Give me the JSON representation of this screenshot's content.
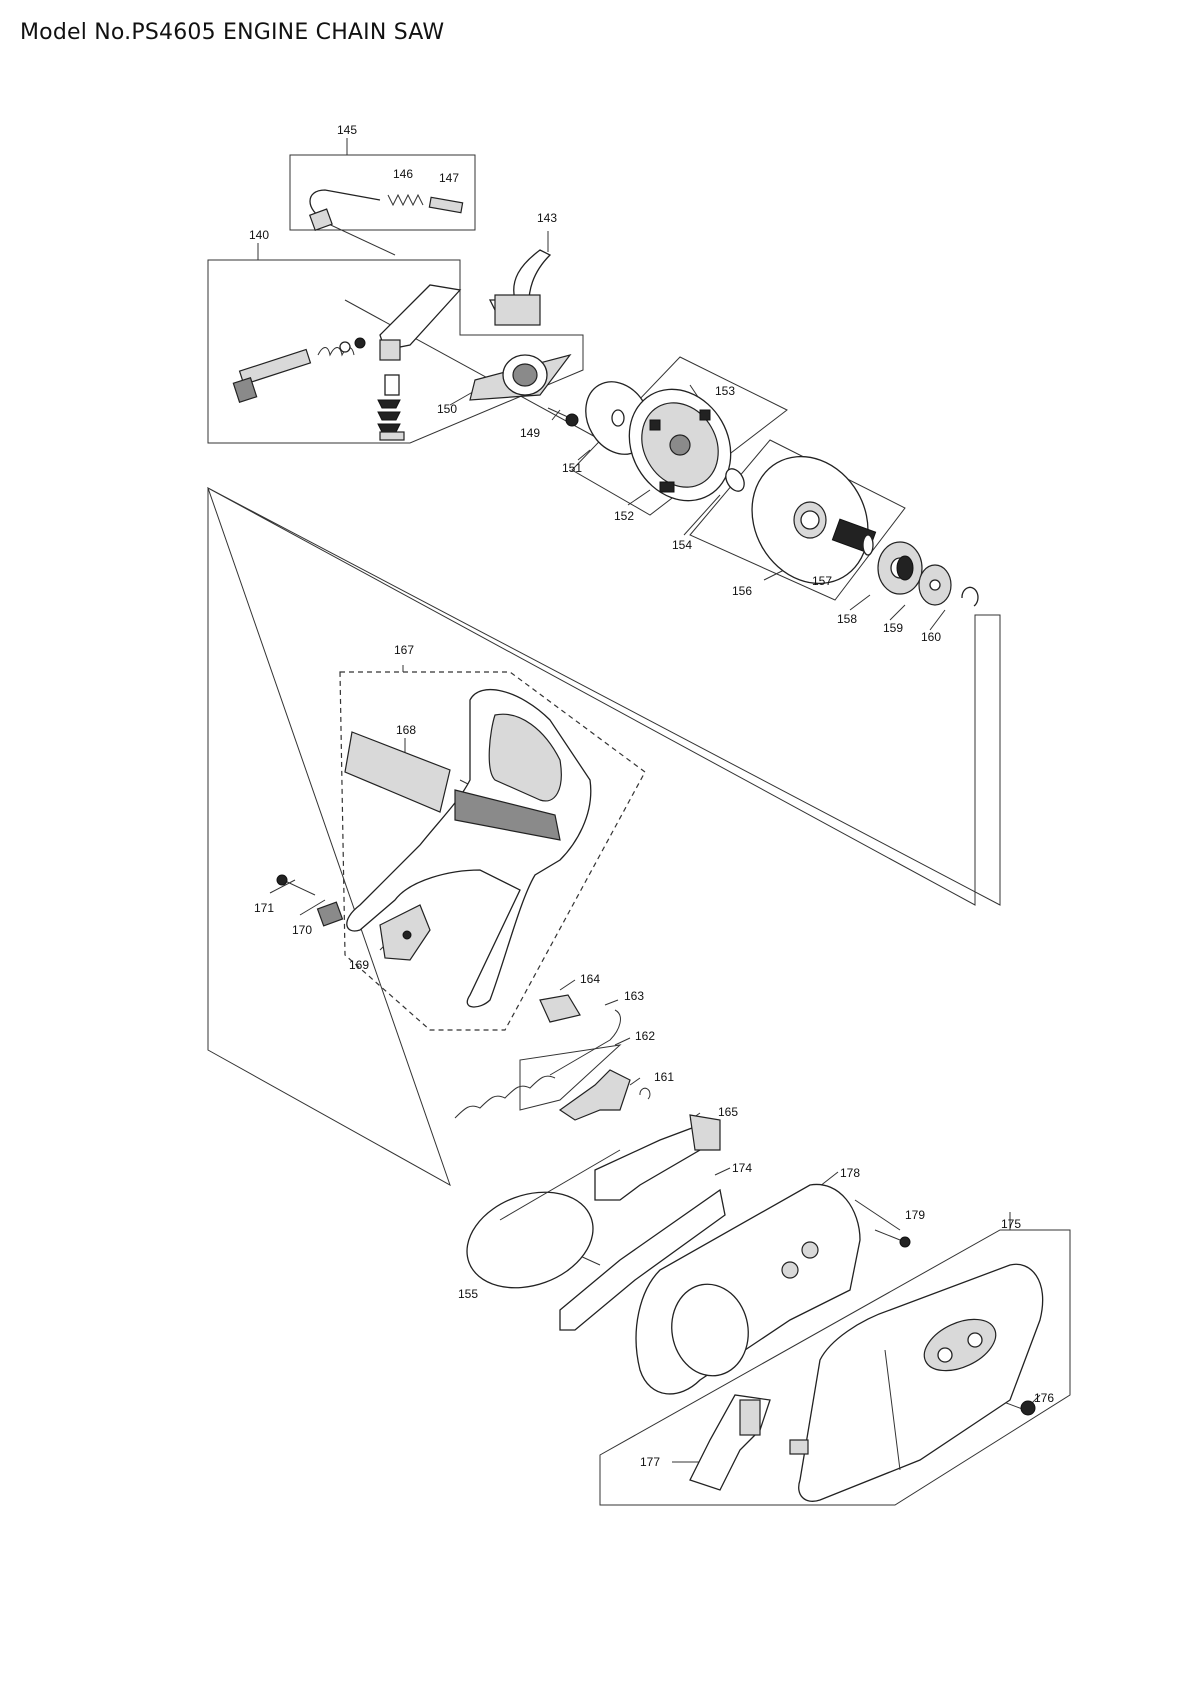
{
  "header": {
    "title": "Model No.PS4605 ENGINE CHAIN SAW"
  },
  "parts": {
    "p140": "140",
    "p143": "143",
    "p145": "145",
    "p146": "146",
    "p147": "147",
    "p149": "149",
    "p150": "150",
    "p151": "151",
    "p152": "152",
    "p153": "153",
    "p154": "154",
    "p155": "155",
    "p156": "156",
    "p157": "157",
    "p158": "158",
    "p159": "159",
    "p160": "160",
    "p161": "161",
    "p162": "162",
    "p163": "163",
    "p164": "164",
    "p165": "165",
    "p167": "167",
    "p168": "168",
    "p169": "169",
    "p170": "170",
    "p171": "171",
    "p174": "174",
    "p175": "175",
    "p176": "176",
    "p177": "177",
    "p178": "178",
    "p179": "179"
  }
}
